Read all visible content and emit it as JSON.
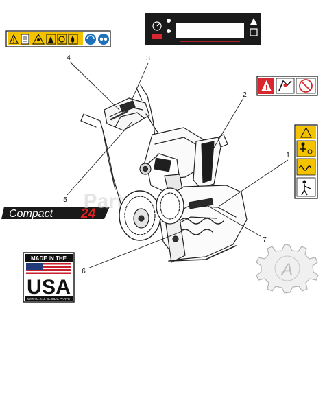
{
  "callouts": [
    "1",
    "2",
    "3",
    "4",
    "5",
    "6",
    "7"
  ],
  "decals": {
    "model_name": "Compact",
    "model_number": "24",
    "usa_top": "MADE IN THE",
    "usa_main": "USA",
    "usa_bottom": "WITH U.S. & GLOBAL PARTS"
  },
  "watermark": {
    "text": "PartsTree",
    "badge_letter": "A"
  },
  "colors": {
    "warning_yellow": "#f3c300",
    "danger_red": "#d8272e",
    "safety_blue": "#1e70b8",
    "model_red": "#e0211f",
    "usa_red": "#c8202f",
    "usa_blue": "#233a7a",
    "line": "#222222"
  }
}
